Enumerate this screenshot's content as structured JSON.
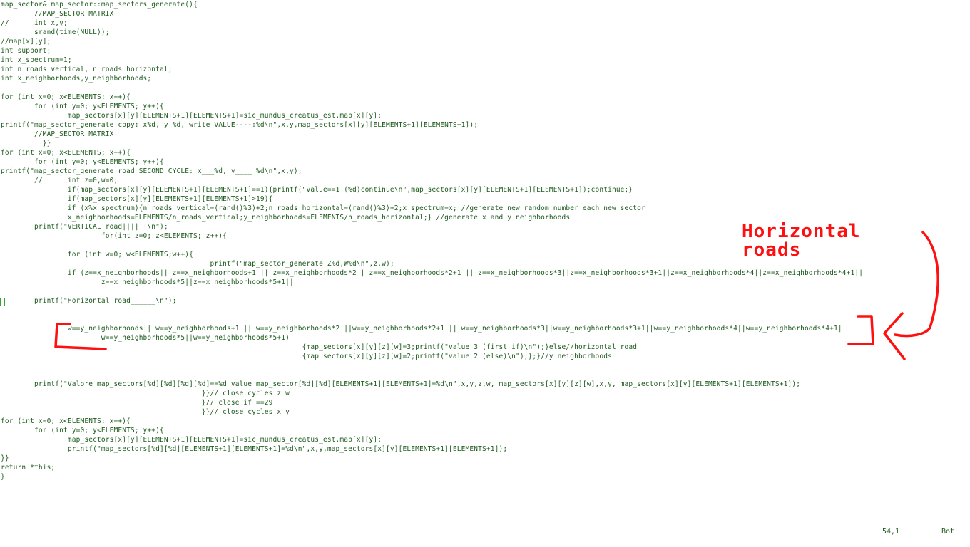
{
  "editor": {
    "lines": [
      "map_sector& map_sector::map_sectors_generate(){",
      "        //MAP_SECTOR MATRIX",
      "//      int x,y;",
      "        srand(time(NULL));",
      "//map[x][y];",
      "int support;",
      "int x_spectrum=1;",
      "int n_roads_vertical, n_roads_horizontal;",
      "int x_neighborhoods,y_neighborhoods;",
      "",
      "for (int x=0; x<ELEMENTS; x++){",
      "        for (int y=0; y<ELEMENTS; y++){",
      "                map_sectors[x][y][ELEMENTS+1][ELEMENTS+1]=sic_mundus_creatus_est.map[x][y];",
      "printf(\"map_sector_generate copy: x%d, y %d, write VALUE----:%d\\n\",x,y,map_sectors[x][y][ELEMENTS+1][ELEMENTS+1]);",
      "        //MAP_SECTOR MATRIX",
      "          }}",
      "for (int x=0; x<ELEMENTS; x++){",
      "        for (int y=0; y<ELEMENTS; y++){",
      "printf(\"map_sector_generate road SECOND CYCLE: x___%d, y____ %d\\n\",x,y);",
      "        //      int z=0,w=0;",
      "                if(map_sectors[x][y][ELEMENTS+1][ELEMENTS+1]==1){printf(\"value==1 (%d)continue\\n\",map_sectors[x][y][ELEMENTS+1][ELEMENTS+1]);continue;}",
      "                if(map_sectors[x][y][ELEMENTS+1][ELEMENTS+1]>19){",
      "                if (x%x_spectrum){n_roads_vertical=(rand()%3)+2;n_roads_horizontal=(rand()%3)+2;x_spectrum=x; //generate new random number each new sector",
      "                x_neighborhoods=ELEMENTS/n_roads_vertical;y_neighborhoods=ELEMENTS/n_roads_horizontal;} //generate x and y neighborhoods",
      "        printf(\"VERTICAL road||||||\\n\");",
      "                        for(int z=0; z<ELEMENTS; z++){",
      "",
      "                for (int w=0; w<ELEMENTS;w++){",
      "                                                  printf(\"map_sector_generate Z%d,W%d\\n\",z,w);",
      "                if (z==x_neighborhoods|| z==x_neighborhoods+1 || z==x_neighborhoods*2 ||z==x_neighborhoods*2+1 || z==x_neighborhoods*3||z==x_neighborhoods*3+1||z==x_neighborhoods*4||z==x_neighborhoods*4+1||",
      "                        z==x_neighborhoods*5||z==x_neighborhoods*5+1||",
      "",
      "        printf(\"Horizontal road______\\n\");",
      "",
      "",
      "                w==y_neighborhoods|| w==y_neighborhoods+1 || w==y_neighborhoods*2 ||w==y_neighborhoods*2+1 || w==y_neighborhoods*3||w==y_neighborhoods*3+1||w==y_neighborhoods*4||w==y_neighborhoods*4+1||",
      "                        w==y_neighborhoods*5||w==y_neighborhoods*5+1)",
      "                                                                        {map_sectors[x][y][z][w]=3;printf(\"value 3 (first if)\\n\");}else//horizontal road",
      "                                                                        {map_sectors[x][y][z][w]=2;printf(\"value 2 (else)\\n\");};}//y neighborhoods",
      "",
      "",
      "        printf(\"Valore map_sectors[%d][%d][%d][%d]==%d value map_sector[%d][%d][ELEMENTS+1][ELEMENTS+1]=%d\\n\",x,y,z,w, map_sectors[x][y][z][w],x,y, map_sectors[x][y][ELEMENTS+1][ELEMENTS+1]);",
      "                                                }}// close cycles z w",
      "                                                }// close if ==29",
      "                                                }}// close cycles x y",
      "for (int x=0; x<ELEMENTS; x++){",
      "        for (int y=0; y<ELEMENTS; y++){",
      "                map_sectors[x][y][ELEMENTS+1][ELEMENTS+1]=sic_mundus_creatus_est.map[x][y];",
      "                printf(\"map_sectors[%d][%d][ELEMENTS+1][ELEMENTS+1]=%d\\n\",x,y,map_sectors[x][y][ELEMENTS+1][ELEMENTS+1]);",
      "}}",
      "return *this;",
      "}"
    ]
  },
  "statusbar": {
    "position": "54,1",
    "scroll": "Bot"
  },
  "annotation": {
    "line1": "Horizontal",
    "line2": "roads",
    "color": "#ff1010"
  },
  "colors": {
    "text": "#1c5a1c",
    "background": "#ffffff"
  }
}
